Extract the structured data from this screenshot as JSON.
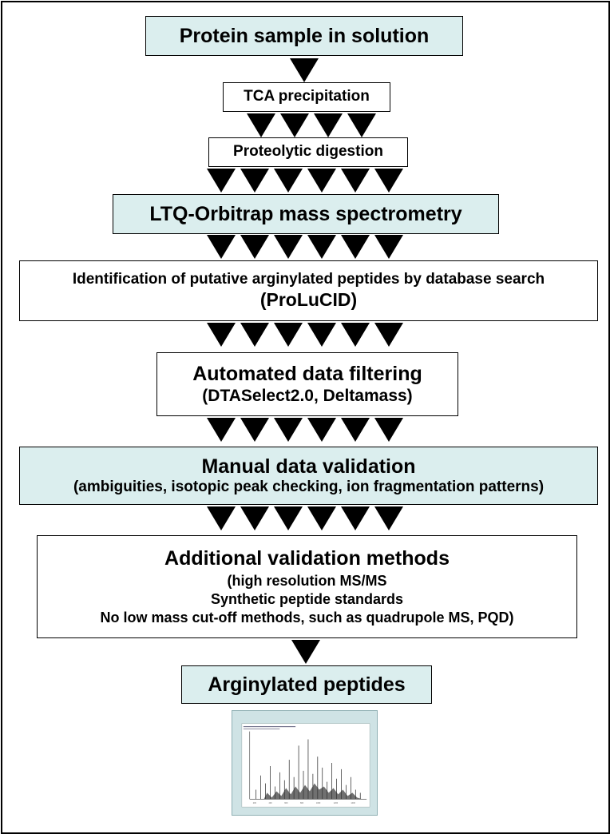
{
  "steps": {
    "s1": "Protein sample in solution",
    "s2": "TCA precipitation",
    "s3": "Proteolytic digestion",
    "s4": "LTQ-Orbitrap mass spectrometry",
    "s5_line1": "Identification of putative arginylated peptides by database search",
    "s5_line2": "(ProLuCID)",
    "s6_line1": "Automated data filtering",
    "s6_line2": "(DTASelect2.0, Deltamass)",
    "s7_line1": "Manual data validation",
    "s7_line2": "(ambiguities, isotopic peak checking, ion fragmentation patterns)",
    "s8_line1": "Additional validation methods",
    "s8_line2": "(high resolution MS/MS",
    "s8_line3": "Synthetic peptide standards",
    "s8_line4": "No low mass cut-off methods, such as quadrupole MS, PQD)",
    "s9": "Arginylated peptides"
  },
  "colors": {
    "highlight_fill": "#dbeeee",
    "arrow": "#000000"
  },
  "icons": [
    "down-arrow-icon",
    "mass-spectrum-thumbnail"
  ]
}
